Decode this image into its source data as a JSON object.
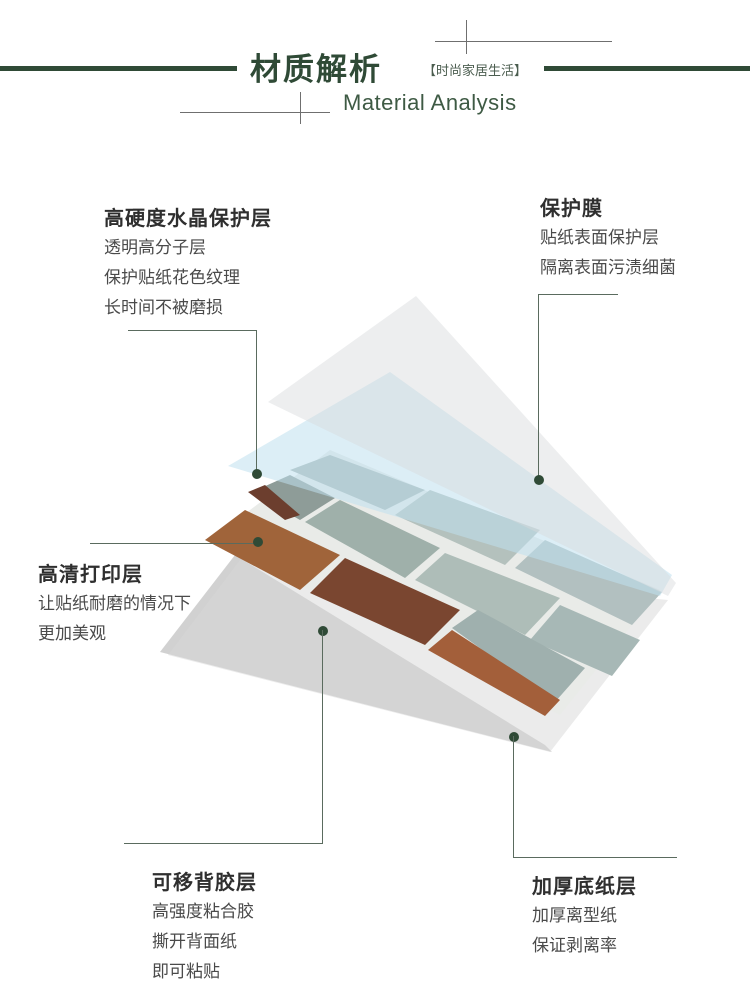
{
  "header": {
    "title": "材质解析",
    "tag": "【时尚家居生活】",
    "subtitle": "Material Analysis"
  },
  "colors": {
    "accent": "#2f4a36",
    "protective_film": "#cfe5ef",
    "adhesive": "#cfcfcf",
    "tile_blue": "#b9c8c8",
    "tile_brown": "#a0643a"
  },
  "layers": [
    {
      "title": "高硬度水晶保护层",
      "lines": [
        "透明高分子层",
        "保护贴纸花色纹理",
        "长时间不被磨损"
      ]
    },
    {
      "title": "保护膜",
      "lines": [
        "贴纸表面保护层",
        "隔离表面污渍细菌"
      ]
    },
    {
      "title": "高清打印层",
      "lines": [
        "让贴纸耐磨的情况下",
        "更加美观"
      ]
    },
    {
      "title": "可移背胶层",
      "lines": [
        "高强度粘合胶",
        "撕开背面纸",
        "即可粘贴"
      ]
    },
    {
      "title": "加厚底纸层",
      "lines": [
        "加厚离型纸",
        "保证剥离率"
      ]
    }
  ]
}
